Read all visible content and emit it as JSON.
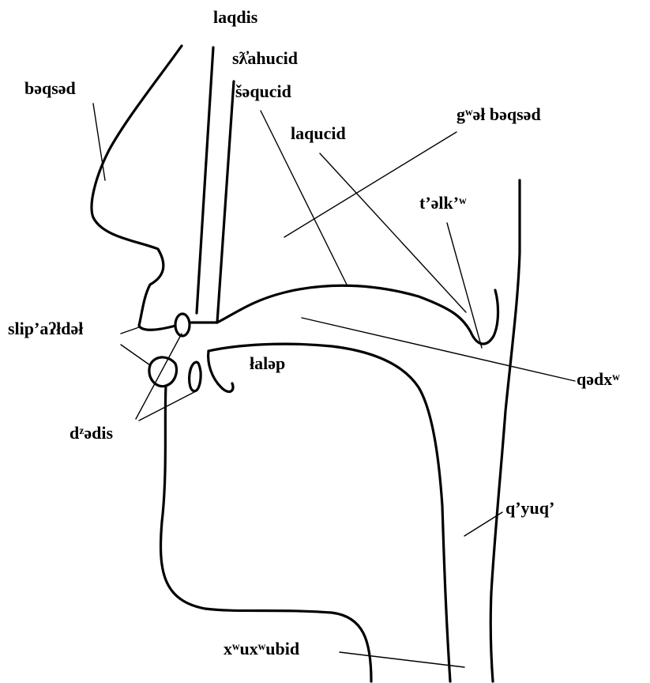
{
  "diagram": {
    "labels": {
      "nose": "bəqsəd",
      "lips": "slip’aʔłdəł",
      "teeth": "dᶻədis",
      "tongue_tip_root": "laqdis",
      "alveolar_ridge": "sƛ̓ahucid",
      "hard_palate": "šəqucid",
      "soft_palate": "laqucid",
      "nasal_cavity": "gʷəł bəqsəd",
      "uvula": "t’əlk’ʷ",
      "tongue": "łaləp",
      "oral_cavity": "qədxʷ",
      "pharynx": "q’yuq’",
      "larynx": "xʷuxʷubid"
    }
  }
}
